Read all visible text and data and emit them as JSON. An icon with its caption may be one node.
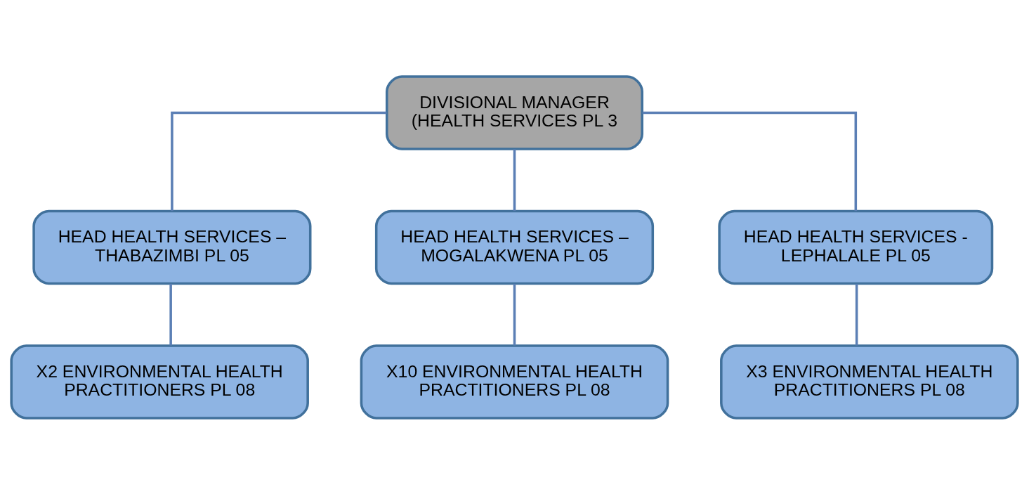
{
  "diagram": {
    "nodes": [
      {
        "text": [
          "DIVISIONAL MANAGER (HEALTH SERVICES PL 3"
        ]
      },
      {
        "text": [
          "HEAD HEALTH SERVICES – THABAZIMBI PL 05"
        ]
      },
      {
        "text": [
          "HEAD HEALTH SERVICES – MOGALAKWENA PL 05"
        ]
      },
      {
        "text": [
          "HEAD HEALTH SERVICES - LEPHALALE PL 05"
        ]
      },
      {
        "text": [
          "X2 ENVIRONMENTAL HEALTH PRACTITIONERS PL 08"
        ]
      },
      {
        "text": [
          "X10 ENVIRONMENTAL HEALTH PRACTITIONERS PL 08"
        ]
      },
      {
        "text": [
          "X3 ENVIRONMENTAL HEALTH PRACTITIONERS PL 08"
        ]
      }
    ],
    "edges": [
      {
        "from": 0,
        "to": 1,
        "arrow": "none"
      },
      {
        "from": 0,
        "to": 2,
        "arrow": "none"
      },
      {
        "from": 0,
        "to": 3,
        "arrow": "none"
      },
      {
        "from": 1,
        "to": 4,
        "arrow": "none"
      },
      {
        "from": 2,
        "to": 5,
        "arrow": "none"
      },
      {
        "from": 3,
        "to": 6,
        "arrow": "none"
      }
    ]
  }
}
